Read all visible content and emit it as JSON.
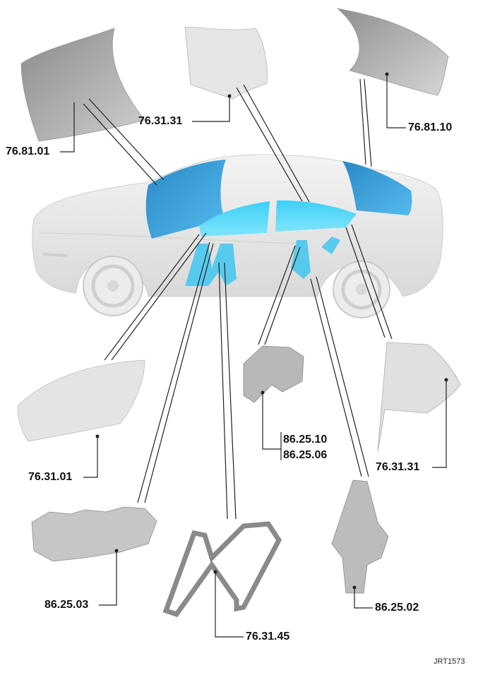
{
  "labels": {
    "rear_windshield": "76.81.10",
    "front_windshield": "76.81.01",
    "rear_door_glass_top": "76.31.31",
    "front_door_glass": "76.31.01",
    "rear_quarter_glass": "76.31.31",
    "rear_window_switch_a": "86.25.10",
    "rear_window_switch_b": "86.25.06",
    "driver_switch_pack": "86.25.03",
    "front_regulator": "76.31.45",
    "rear_regulator": "86.25.02"
  },
  "reference": "JRT1573",
  "colors": {
    "highlight_blue": "#2aa3e0",
    "highlight_cyan": "#5fd6f5",
    "part_grey": "#b9b9b9",
    "car_body": "#e8e8e8",
    "line": "#222222"
  }
}
